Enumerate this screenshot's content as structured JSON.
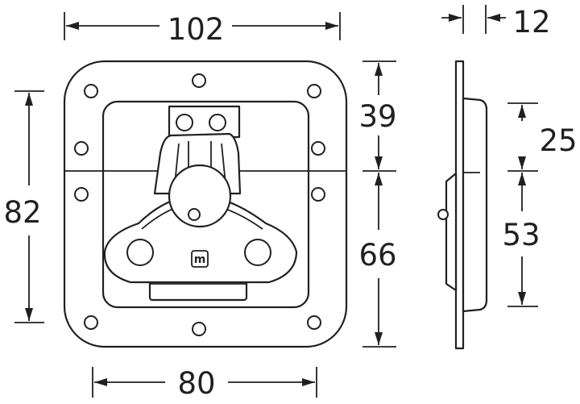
{
  "dimensions": {
    "top_width": "102",
    "bottom_width": "80",
    "left_height": "82",
    "upper_height": "39",
    "lower_height": "66",
    "side_thickness": "12",
    "side_upper": "25",
    "side_lower": "53"
  },
  "logo": {
    "text": "m"
  },
  "colors": {
    "line": "#231f20",
    "background": "#ffffff"
  }
}
